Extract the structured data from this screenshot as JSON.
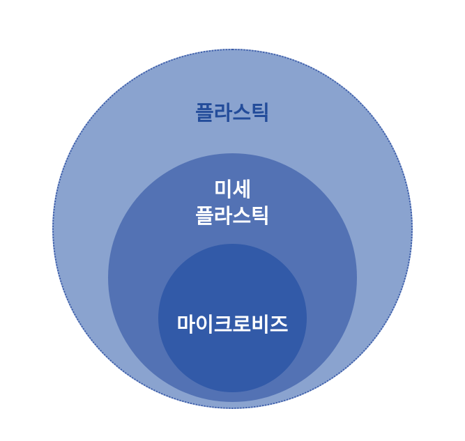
{
  "diagram": {
    "outer": {
      "label": "플라스틱",
      "fill": "#8aa3cf",
      "text_color": "#234c9a"
    },
    "middle": {
      "label": "미세\n플라스틱",
      "fill": "#5372b4",
      "text_color": "#ffffff"
    },
    "inner": {
      "label": "마이크로비즈",
      "fill": "#325aa8",
      "text_color": "#ffffff"
    }
  }
}
